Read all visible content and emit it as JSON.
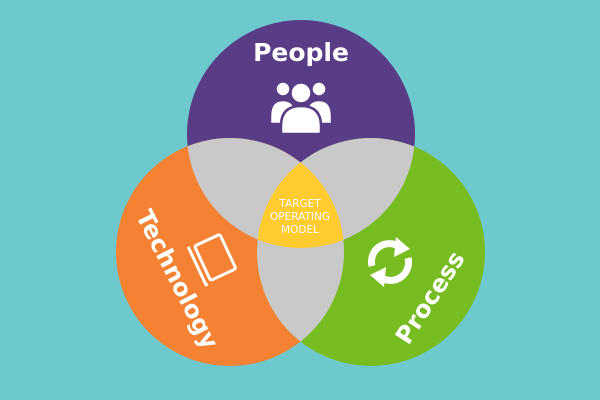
{
  "title": "Target Operating Model",
  "circles": [
    {
      "label": "People",
      "icon": "people-group-icon",
      "color": "#583c86"
    },
    {
      "label": "Technology",
      "icon": "laptop-icon",
      "color": "#f58233"
    },
    {
      "label": "Process",
      "icon": "refresh-cycle-icon",
      "color": "#77bd22"
    }
  ],
  "center": {
    "line1": "TARGET",
    "line2": "OPERATING",
    "line3": "MODEL",
    "color": "#ffcb2f"
  },
  "overlap_color": "#c9c9c9",
  "background_color": "#6ec9cf"
}
